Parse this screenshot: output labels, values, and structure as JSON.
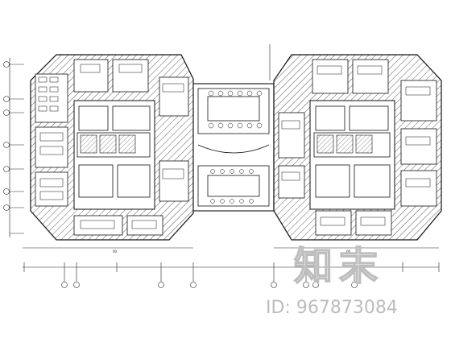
{
  "plan": {
    "north_block_label": "00",
    "south_block_label": "00"
  },
  "watermark": {
    "logo": "知末",
    "id_text": "ID: 967873084"
  },
  "colors": {
    "line": "#1a1a1a",
    "hatch": "#333333",
    "watermark": "#bdbdbd"
  }
}
